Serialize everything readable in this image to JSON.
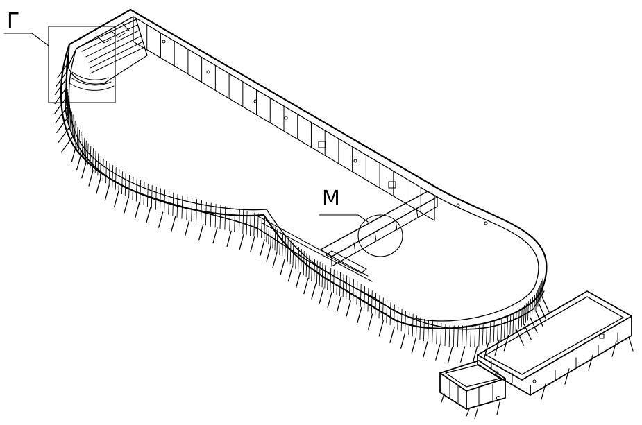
{
  "callouts": {
    "detail_g": {
      "label": "Г"
    },
    "detail_m": {
      "label": "М"
    }
  },
  "components": [
    {
      "id": "pool-bowl",
      "type": "freeform-pool-frame"
    },
    {
      "id": "stairs",
      "type": "corner-staircase"
    },
    {
      "id": "partition-bridge",
      "type": "crossing-partition"
    },
    {
      "id": "balance-tank-large",
      "type": "open-tank"
    },
    {
      "id": "balance-tank-small",
      "type": "open-tank"
    }
  ],
  "style": {
    "line_color": "#000000",
    "background": "#ffffff"
  }
}
